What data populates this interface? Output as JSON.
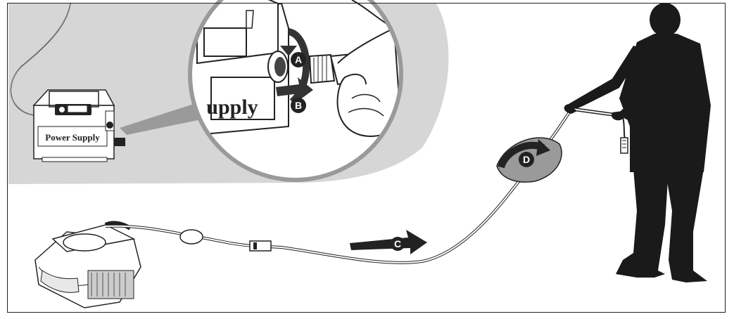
{
  "diagram": {
    "power_supply_text": "Power Supply",
    "zoom_supply_text": "upply",
    "callouts": {
      "a": "A",
      "b": "B",
      "c": "C",
      "d": "D"
    },
    "colors": {
      "background_panel": "#d6d6d6",
      "silhouette": "#1a1a1a",
      "marker_fill": "#222222",
      "outline": "#222222"
    }
  }
}
